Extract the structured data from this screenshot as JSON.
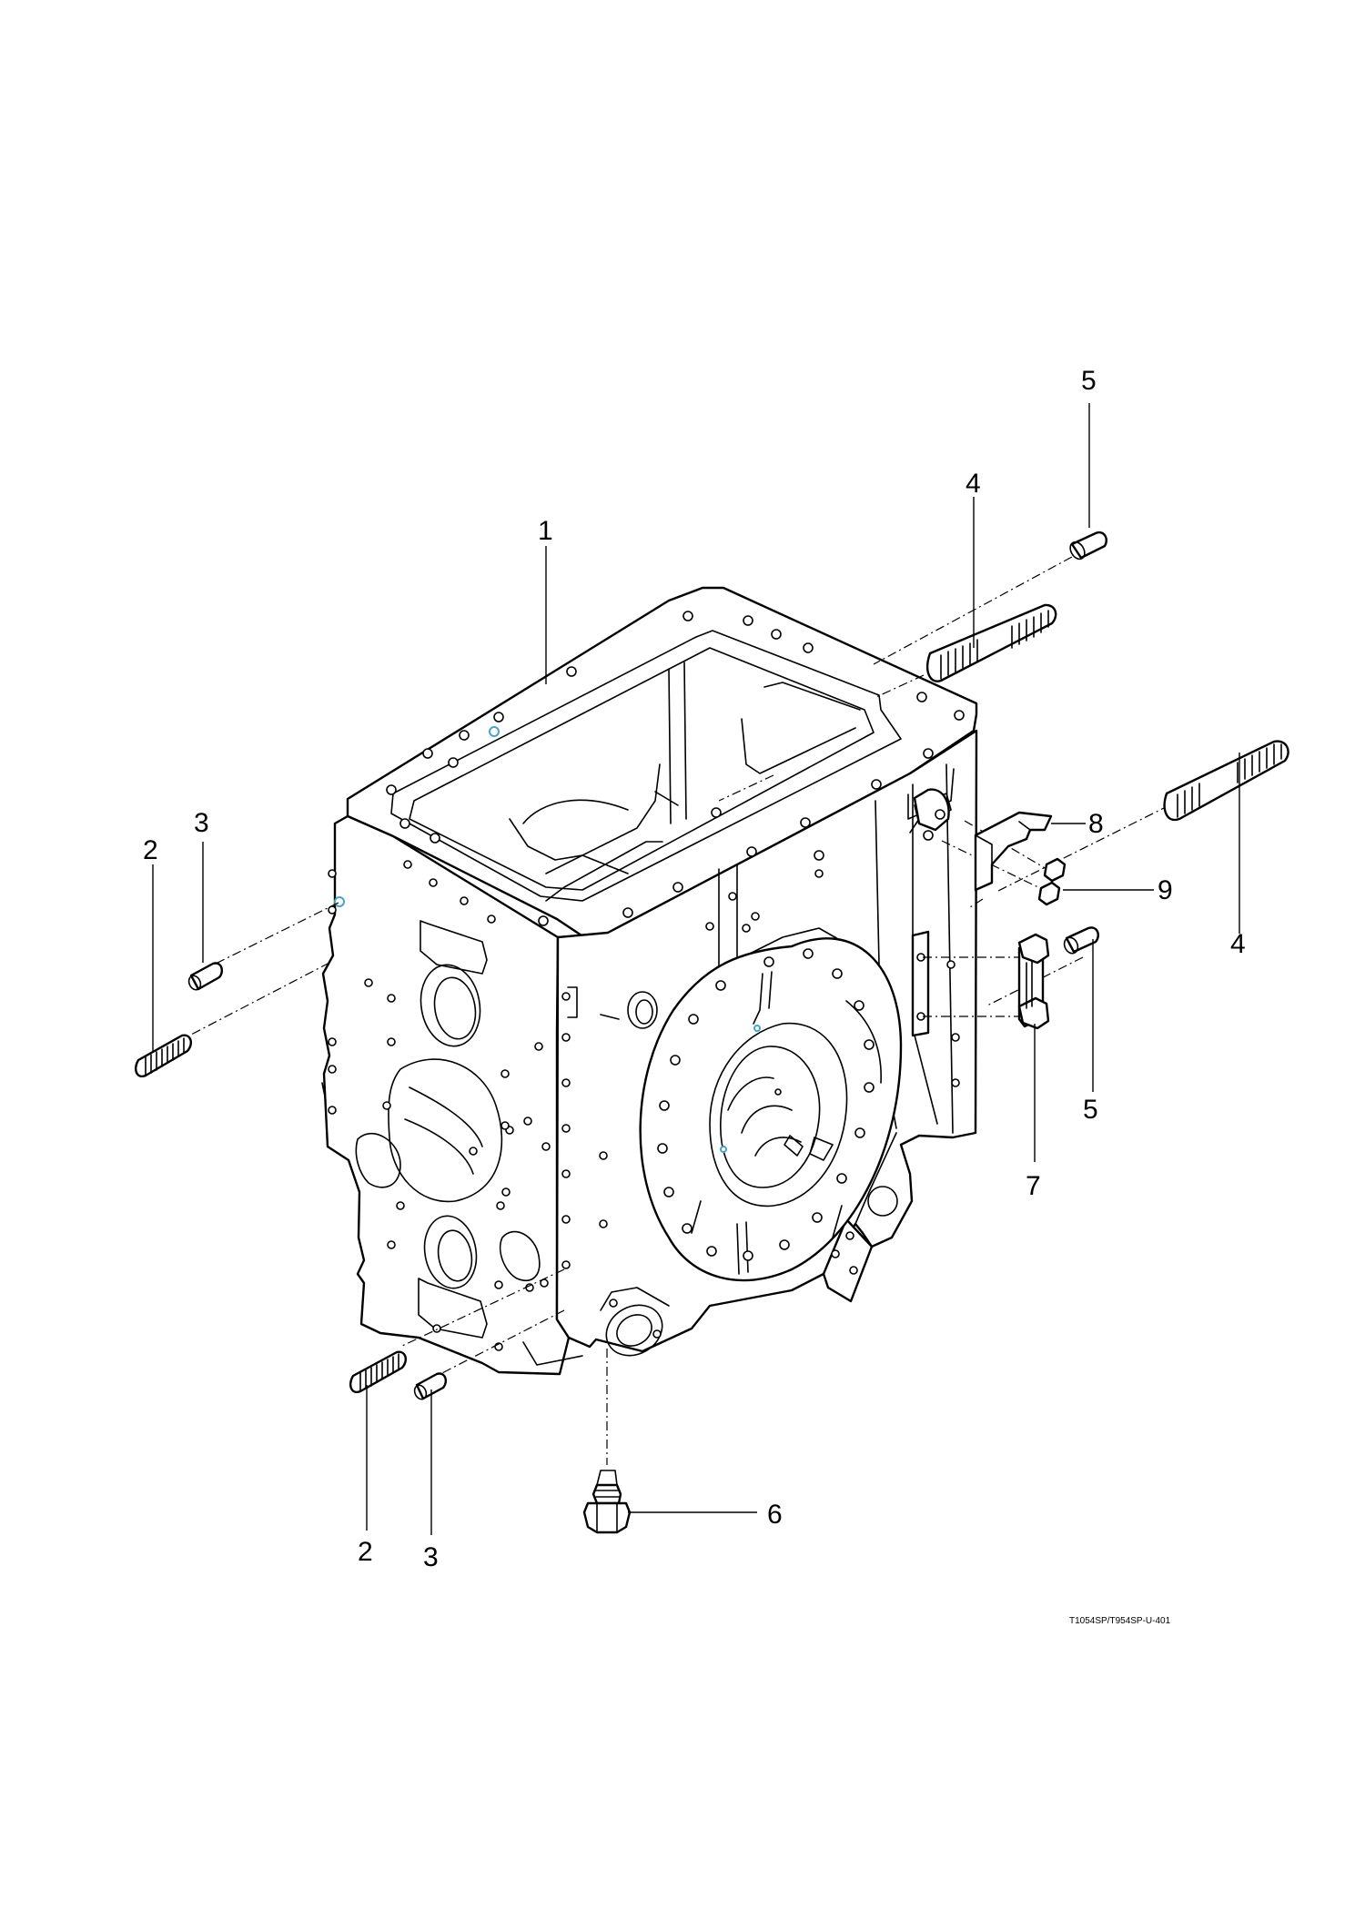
{
  "drawing_code": "T1054SP/T954SP-U-401",
  "callouts": {
    "c1": "1",
    "c2_left": "2",
    "c2_bottom": "2",
    "c3_left": "3",
    "c3_bottom": "3",
    "c4_top": "4",
    "c4_right": "4",
    "c5_top": "5",
    "c5_right": "5",
    "c6": "6",
    "c7": "7",
    "c8": "8",
    "c9": "9"
  },
  "colors": {
    "line": "#000000",
    "dowel_hole_accent": "#4aa3c7",
    "background": "#ffffff"
  }
}
